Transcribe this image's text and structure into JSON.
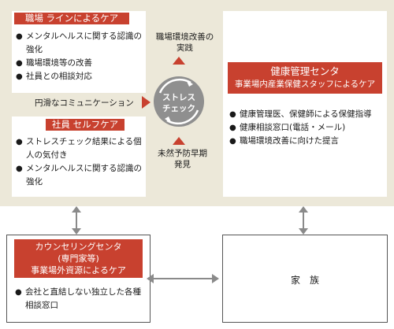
{
  "workplace_line": {
    "title": "職場 ラインによるケア",
    "items": [
      "メンタルヘルスに関する認識の強化",
      "職場環境等の改善",
      "社員との相談対応"
    ]
  },
  "self_care": {
    "title": "社員 セルフケア",
    "items": [
      "ストレスチェック結果による個人の気付き",
      "メンタルヘルスに関する認識の強化"
    ]
  },
  "center": {
    "circle_label_line1": "ストレス",
    "circle_label_line2": "チェック",
    "top_label": "職場環境改善の実践",
    "bottom_label": "未然予防早期発見",
    "left_label": "円滑なコミュニケーション"
  },
  "health_center": {
    "title_line1": "健康管理センタ",
    "title_line2": "事業場内産業保健スタッフによるケア",
    "items": [
      "健康管理医、保健師による保健指導",
      "健康相談窓口(電話・メール)",
      "職場環境改善に向けた提言"
    ]
  },
  "counseling": {
    "title_line1": "カウンセリングセンタ",
    "title_line2": "(専門家等)",
    "title_line3": "事業場外資源によるケア",
    "items": [
      "会社と直結しない独立した各種相談窓口"
    ]
  },
  "family": {
    "label": "家　族"
  },
  "colors": {
    "accent_red": "#c8412f",
    "beige": "#ece8d9",
    "arrow_gray": "#8a8a8a"
  }
}
